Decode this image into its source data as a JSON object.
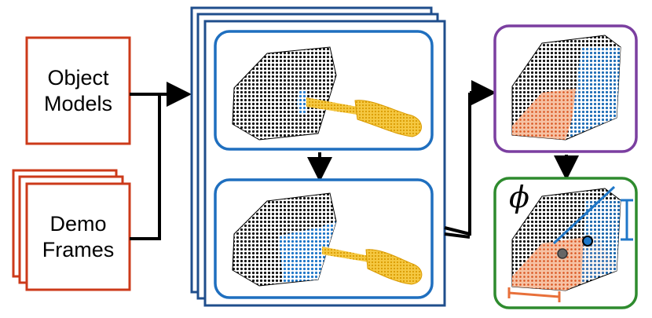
{
  "inputs": {
    "object_models": {
      "line1": "Object",
      "line2": "Models"
    },
    "demo_frames": {
      "line1": "Demo",
      "line2": "Frames"
    }
  },
  "output": {
    "symbol": "ϕ"
  },
  "colors": {
    "input_border": "#cc3a1a",
    "stack_border": "#1f4e8c",
    "panel_border": "#1f6fbf",
    "purple_border": "#7b3fa0",
    "green_border": "#2e8b2e",
    "tool_yellow": "#f0b400",
    "segment_blue": "#1f77c8",
    "segment_orange": "#e8703a",
    "cloud_black": "#111111",
    "arrow": "#000000"
  }
}
